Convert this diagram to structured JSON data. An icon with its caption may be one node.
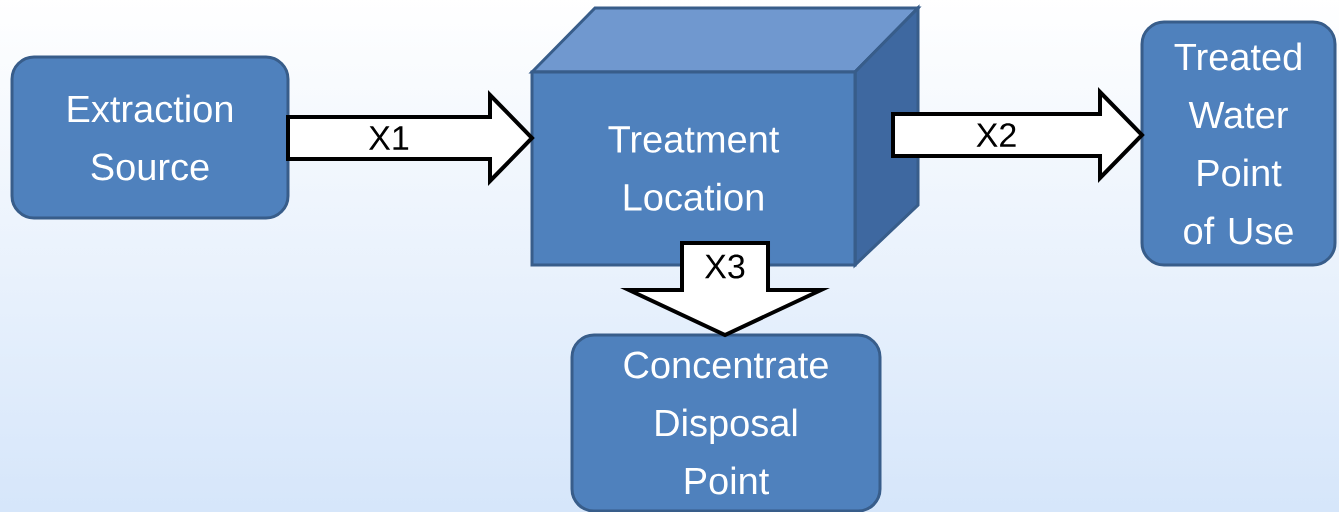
{
  "diagram": {
    "nodes": [
      {
        "text": [
          "Extraction Source"
        ]
      },
      {
        "text": [
          "Treatment Location"
        ]
      },
      {
        "text": [
          "Treated Water Point of Use"
        ]
      },
      {
        "text": [
          "Concentrate Disposal Point"
        ]
      }
    ],
    "edges": [
      {
        "from": 0,
        "to": 1,
        "arrow": "to",
        "label": "X1"
      },
      {
        "from": 1,
        "to": 2,
        "arrow": "to",
        "label": "X2"
      },
      {
        "from": 1,
        "to": 3,
        "arrow": "to",
        "label": "X3"
      }
    ]
  }
}
